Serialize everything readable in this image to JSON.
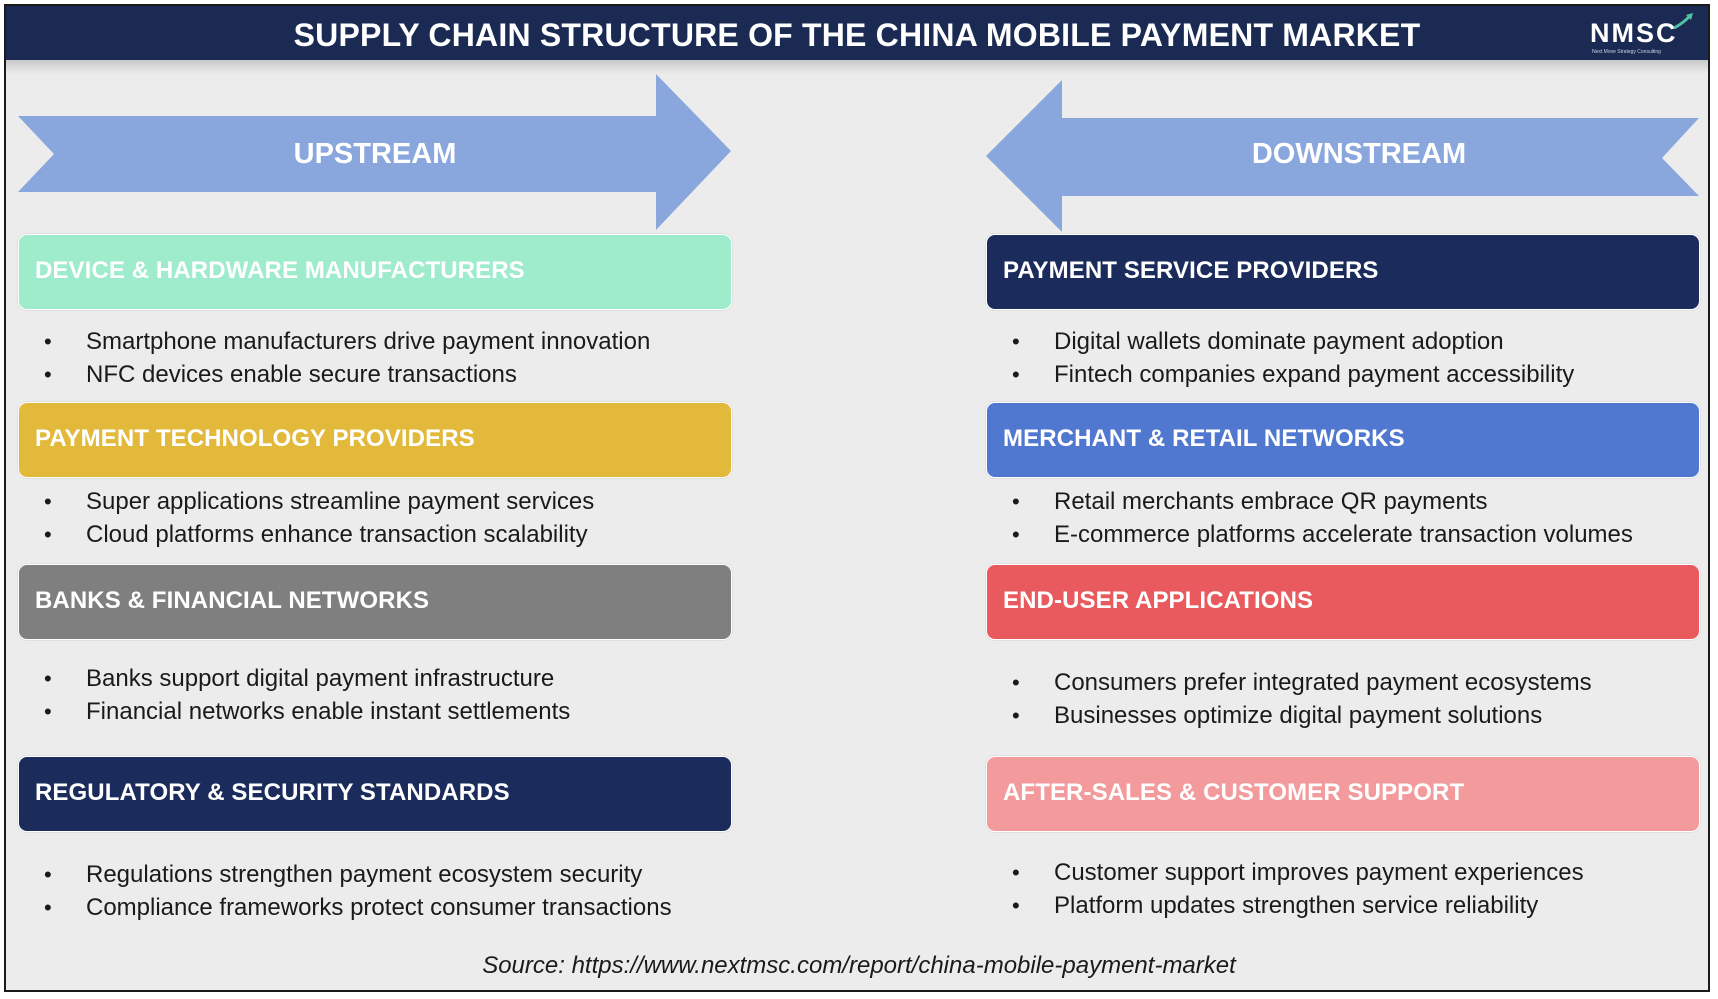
{
  "title": "SUPPLY CHAIN STRUCTURE OF THE CHINA MOBILE PAYMENT MARKET",
  "logo": {
    "text": "NMSC",
    "tagline": "Next Move Strategy Consulting"
  },
  "colors": {
    "header_bg": "#1b2a52",
    "arrow": "#8aa7dd",
    "device": "#9feccd",
    "payment_tech": "#e2b93b",
    "banks": "#7f7f7f",
    "regulatory": "#1b2c5c",
    "payment_service": "#1b2c5c",
    "merchant": "#5178d0",
    "end_user": "#e85a5e",
    "after_sales": "#f29a9c"
  },
  "upstream": {
    "label": "UPSTREAM",
    "sections": [
      {
        "title": "DEVICE & HARDWARE MANUFACTURERS",
        "bullets": [
          "Smartphone manufacturers drive payment innovation",
          "NFC devices enable secure transactions"
        ]
      },
      {
        "title": "PAYMENT TECHNOLOGY PROVIDERS",
        "bullets": [
          "Super applications streamline payment services",
          "Cloud platforms enhance transaction scalability"
        ]
      },
      {
        "title": "BANKS & FINANCIAL NETWORKS",
        "bullets": [
          "Banks support digital payment infrastructure",
          "Financial networks enable instant settlements"
        ]
      },
      {
        "title": "REGULATORY & SECURITY STANDARDS",
        "bullets": [
          "Regulations strengthen payment ecosystem security",
          "Compliance frameworks protect consumer transactions"
        ]
      }
    ]
  },
  "downstream": {
    "label": "DOWNSTREAM",
    "sections": [
      {
        "title": "PAYMENT SERVICE PROVIDERS",
        "bullets": [
          "Digital wallets dominate payment adoption",
          "Fintech companies expand payment accessibility"
        ]
      },
      {
        "title": "MERCHANT & RETAIL NETWORKS",
        "bullets": [
          "Retail merchants embrace QR payments",
          "E-commerce platforms accelerate transaction volumes"
        ]
      },
      {
        "title": "END-USER APPLICATIONS",
        "bullets": [
          "Consumers prefer integrated payment ecosystems",
          "Businesses optimize digital payment solutions"
        ]
      },
      {
        "title": "AFTER-SALES & CUSTOMER SUPPORT",
        "bullets": [
          "Customer support improves payment experiences",
          "Platform updates strengthen service reliability"
        ]
      }
    ]
  },
  "bullet_char": "•",
  "source": "Source: https://www.nextmsc.com/report/china-mobile-payment-market"
}
